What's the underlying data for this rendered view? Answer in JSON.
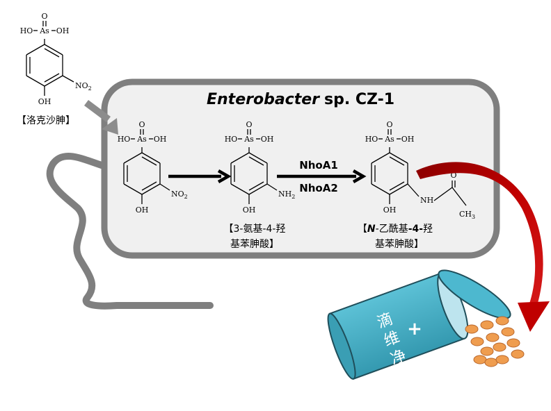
{
  "cell": {
    "title_italic": "Enterobacter",
    "title_rest": "sp. CZ-1"
  },
  "enzymes": [
    "NhoA1",
    "NhoA2"
  ],
  "atoms": {
    "ho": "HO",
    "as": "As",
    "oh": "OH",
    "o": "O",
    "no": "NO",
    "nh": "NH",
    "ch": "CH",
    "n": "N",
    "sub2": "2",
    "sub3": "3"
  },
  "labels": {
    "roxarsone": "【洛克沙胂】",
    "amino_line1": "【3-氨基-4-羟",
    "amino_line2": "基苯胂酸】",
    "acetyl_b1": "【",
    "acetyl_b2": "N",
    "acetyl_b3": "-乙酰基",
    "acetyl_b4": "-4-",
    "acetyl_b5": "羟",
    "acetyl_line2": "基苯胂酸】"
  },
  "bottle": {
    "plus": "+",
    "text": [
      "滴",
      "维",
      "净"
    ]
  },
  "colors": {
    "cell_border": "#7f7f7f",
    "cell_fill": "#f0f0f0",
    "bottle_body": "#45adc4",
    "bottle_lid": "#4db8cf",
    "bottle_opening": "#bde4ee",
    "arrow_red": "#c00000",
    "pill": "#ef9d4f",
    "pill_edge": "#b8662b",
    "flagellum": "#7f7f7f"
  }
}
